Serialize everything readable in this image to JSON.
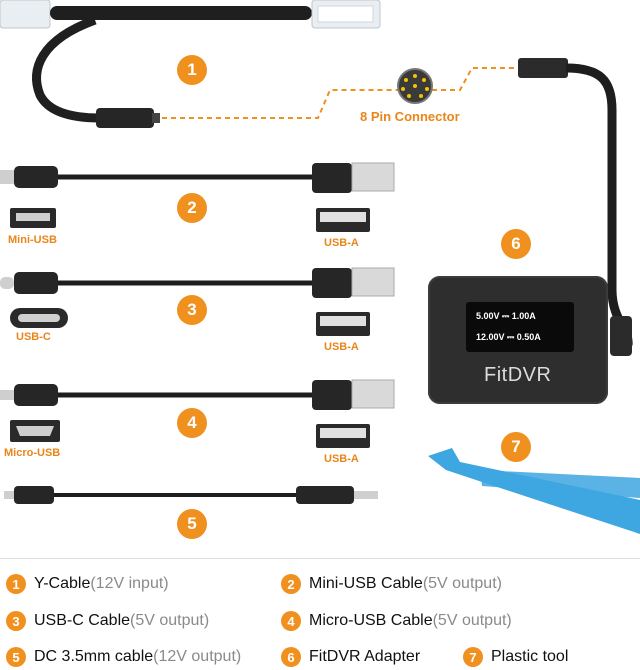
{
  "connector_label": "8 Pin Connector",
  "badges": [
    "1",
    "2",
    "3",
    "4",
    "5",
    "6",
    "7"
  ],
  "port_labels": {
    "mini_usb": "Mini-USB",
    "usb_a_1": "USB-A",
    "usb_c": "USB-C",
    "usb_a_2": "USB-A",
    "micro_usb": "Micro-USB",
    "usb_a_3": "USB-A"
  },
  "adapter": {
    "line1": "5.00V ⎓ 1.00A",
    "line2": "12.00V ⎓ 0.50A",
    "brand": "FitDVR"
  },
  "legend": [
    {
      "num": "1",
      "name": "Y-Cable",
      "note": "(12V input)"
    },
    {
      "num": "2",
      "name": "Mini-USB Cable",
      "note": "(5V output)"
    },
    {
      "num": "3",
      "name": "USB-C Cable",
      "note": "(5V output)"
    },
    {
      "num": "4",
      "name": "Micro-USB Cable",
      "note": "(5V output)"
    },
    {
      "num": "5",
      "name": "DC 3.5mm cable",
      "note": "(12V output)"
    },
    {
      "num": "6",
      "name": "FitDVR Adapter",
      "note": ""
    },
    {
      "num": "7",
      "name": "Plastic tool",
      "note": ""
    }
  ],
  "colors": {
    "accent": "#f0901f",
    "cable": "#1e1e1e",
    "tool": "#3ea6e0"
  }
}
